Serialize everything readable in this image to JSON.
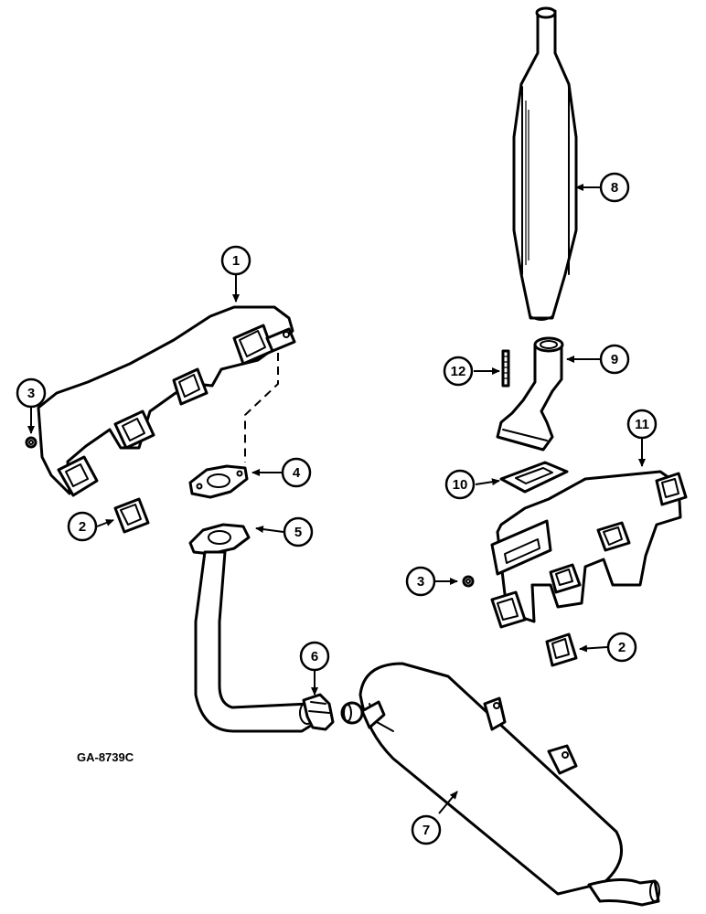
{
  "figure_reference": "GA-8739C",
  "callouts": [
    {
      "id": "1",
      "label": "1",
      "part": "exhaust-manifold-left"
    },
    {
      "id": "2a",
      "label": "2",
      "part": "port-gasket-left"
    },
    {
      "id": "2b",
      "label": "2",
      "part": "port-gasket-right"
    },
    {
      "id": "3a",
      "label": "3",
      "part": "nut-left"
    },
    {
      "id": "3b",
      "label": "3",
      "part": "nut-right"
    },
    {
      "id": "4",
      "label": "4",
      "part": "flange-gasket"
    },
    {
      "id": "5",
      "label": "5",
      "part": "exhaust-pipe"
    },
    {
      "id": "6",
      "label": "6",
      "part": "clamp"
    },
    {
      "id": "7",
      "label": "7",
      "part": "muffler"
    },
    {
      "id": "8",
      "label": "8",
      "part": "vertical-muffler"
    },
    {
      "id": "9",
      "label": "9",
      "part": "elbow-adapter"
    },
    {
      "id": "10",
      "label": "10",
      "part": "adapter-gasket"
    },
    {
      "id": "11",
      "label": "11",
      "part": "exhaust-manifold-right"
    },
    {
      "id": "12",
      "label": "12",
      "part": "stud"
    }
  ]
}
